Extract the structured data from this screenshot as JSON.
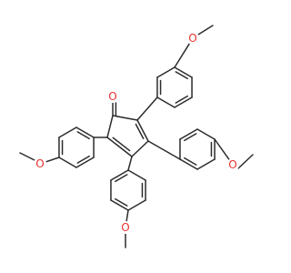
{
  "molecule": {
    "colors": {
      "bond": "#2b2b2b",
      "oxygen": "#e8322e",
      "background": "#ffffff"
    },
    "atoms": {
      "carbonyl_oxygen": "O",
      "methoxy_oxygen_top_right": "O",
      "methoxy_oxygen_left": "O",
      "methoxy_oxygen_right": "O",
      "methoxy_oxygen_bottom": "O"
    }
  }
}
